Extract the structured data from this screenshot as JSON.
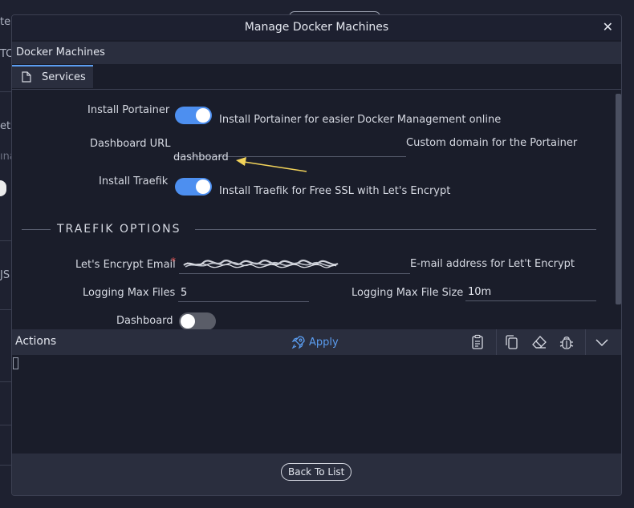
{
  "background": {
    "fragments": [
      "te",
      "TC",
      "ets",
      "ına",
      "JS"
    ]
  },
  "modal": {
    "title": "Manage Docker Machines",
    "section_title": "Docker Machines",
    "tabs": [
      {
        "label": "Services",
        "icon": "file-icon",
        "active": true
      }
    ]
  },
  "form": {
    "install_portainer": {
      "label": "Install Portainer",
      "checked": true,
      "help": "Install Portainer for easier Docker Management online"
    },
    "dashboard_url": {
      "label": "Dashboard URL",
      "value": "",
      "placeholder": "",
      "help": "Custom domain for the Portainer",
      "help_cont": "dashboard"
    },
    "install_traefik": {
      "label": "Install Traefik",
      "checked": true,
      "help": "Install Traefik for Free SSL with Let's Encrypt"
    },
    "traefik_heading": "TRAEFIK OPTIONS",
    "letsencrypt_email": {
      "label": "Let's Encrypt Email",
      "required_mark": "*",
      "value": "",
      "help": "E-mail address for Let't Encrypt"
    },
    "logging_max_files": {
      "label": "Logging Max Files",
      "value": "5"
    },
    "logging_max_file_size": {
      "label": "Logging Max File Size",
      "value": "10m"
    },
    "dashboard": {
      "label": "Dashboard",
      "checked": false
    }
  },
  "actions": {
    "title": "Actions",
    "apply_label": "Apply",
    "apply_icon": "rocket-icon",
    "tools": [
      "clipboard-icon",
      "copy-icon",
      "eraser-icon",
      "bug-icon",
      "chevron-down-icon"
    ]
  },
  "footer": {
    "back_label": "Back To List"
  },
  "colors": {
    "accent": "#5b9df0",
    "toggle_on": "#4d8ff0",
    "annotation_arrow": "#f2d35a"
  }
}
